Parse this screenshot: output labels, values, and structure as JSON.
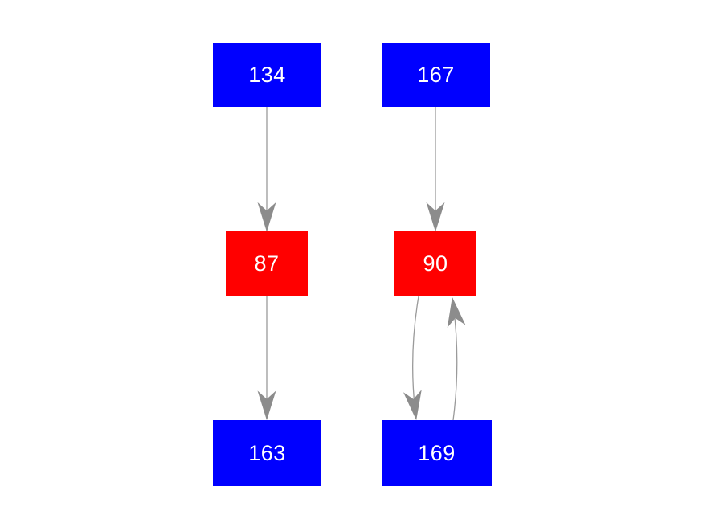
{
  "diagram": {
    "type": "directed-graph",
    "background": "#ffffff"
  },
  "colors": {
    "node_blue": "#0000ff",
    "node_red": "#ff0000",
    "node_text": "#ffffff",
    "edge_line": "#9a9a9a",
    "arrowhead": "#8c8c8c"
  },
  "nodes": [
    {
      "id": "134",
      "label": "134",
      "fill": "#0000ff"
    },
    {
      "id": "167",
      "label": "167",
      "fill": "#0000ff"
    },
    {
      "id": "87",
      "label": "87",
      "fill": "#ff0000"
    },
    {
      "id": "90",
      "label": "90",
      "fill": "#ff0000"
    },
    {
      "id": "163",
      "label": "163",
      "fill": "#0000ff"
    },
    {
      "id": "169",
      "label": "169",
      "fill": "#0000ff"
    }
  ],
  "edges": [
    {
      "from": "134",
      "to": "87",
      "style": "straight"
    },
    {
      "from": "167",
      "to": "90",
      "style": "straight"
    },
    {
      "from": "87",
      "to": "163",
      "style": "straight"
    },
    {
      "from": "90",
      "to": "169",
      "style": "curved-left"
    },
    {
      "from": "169",
      "to": "90",
      "style": "curved-right"
    }
  ]
}
